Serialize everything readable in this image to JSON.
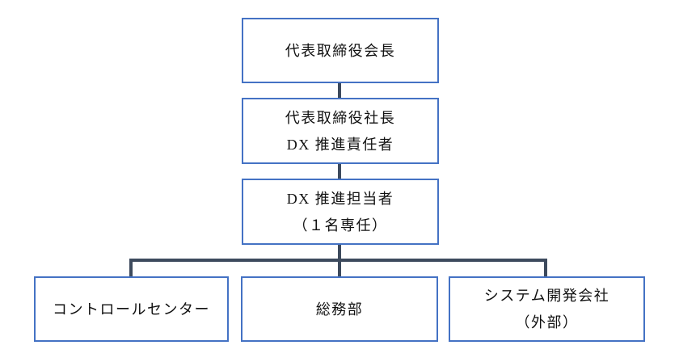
{
  "diagram": {
    "type": "org-chart",
    "background_color": "#ffffff",
    "box_border_color": "#4472C4",
    "connector_color": "#3d4a5d",
    "text_color": "#111111",
    "nodes": {
      "chairman": {
        "lines": [
          "代表取締役会長"
        ]
      },
      "president": {
        "lines": [
          "代表取締役社長",
          "DX 推進責任者"
        ]
      },
      "dx_staff": {
        "lines": [
          "DX 推進担当者",
          "（１名専任）"
        ]
      },
      "control_center": {
        "lines": [
          "コントロールセンター"
        ]
      },
      "general_affairs": {
        "lines": [
          "総務部"
        ]
      },
      "system_dev": {
        "lines": [
          "システム開発会社",
          "（外部）"
        ]
      }
    }
  }
}
